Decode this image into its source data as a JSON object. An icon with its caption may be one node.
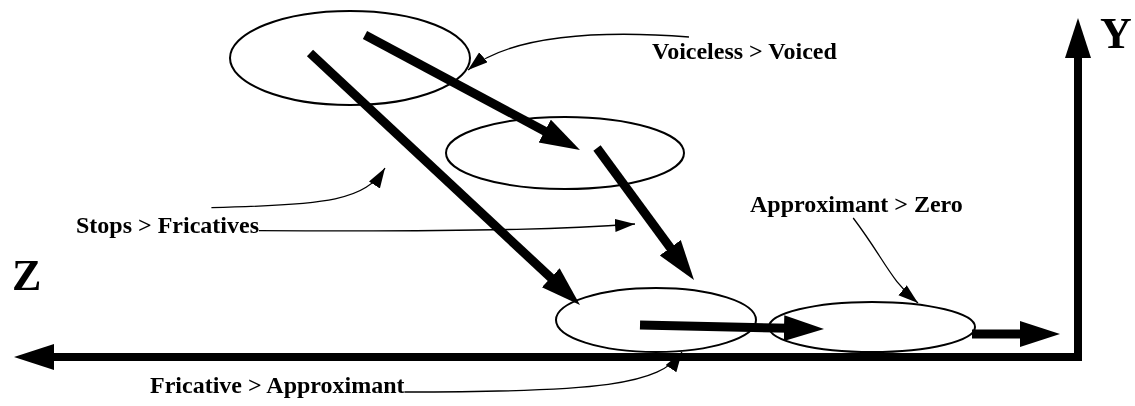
{
  "diagram": {
    "nodes": [
      {
        "text": [],
        "shape": "ellipse"
      },
      {
        "text": [],
        "shape": "ellipse"
      },
      {
        "text": [],
        "shape": "ellipse"
      },
      {
        "text": [],
        "shape": "ellipse"
      },
      {
        "text": [
          "Voiceless > Voiced"
        ]
      },
      {
        "text": [
          "Stops > Fricatives"
        ]
      },
      {
        "text": [
          "Approximant > Zero"
        ]
      },
      {
        "text": [
          "Fricative > Approximant"
        ]
      }
    ],
    "edges": [
      {
        "from": 0,
        "to": 1,
        "arrow": "to",
        "style": "thick"
      },
      {
        "from": 0,
        "to": 2,
        "arrow": "to",
        "style": "thick"
      },
      {
        "from": 1,
        "to": 2,
        "arrow": "to",
        "style": "thick"
      },
      {
        "from": 2,
        "to": 3,
        "arrow": "to",
        "style": "thick"
      },
      {
        "from": 3,
        "to": null,
        "arrow": "to",
        "style": "thick"
      },
      {
        "from": 4,
        "to": 0,
        "arrow": "to"
      },
      {
        "from": 5,
        "to": null,
        "arrow": "to"
      },
      {
        "from": 5,
        "to": null,
        "arrow": "to"
      },
      {
        "from": 6,
        "to": 3,
        "arrow": "to"
      },
      {
        "from": 7,
        "to": 2,
        "arrow": "to"
      }
    ],
    "labels": [
      "Y",
      "Z"
    ]
  }
}
